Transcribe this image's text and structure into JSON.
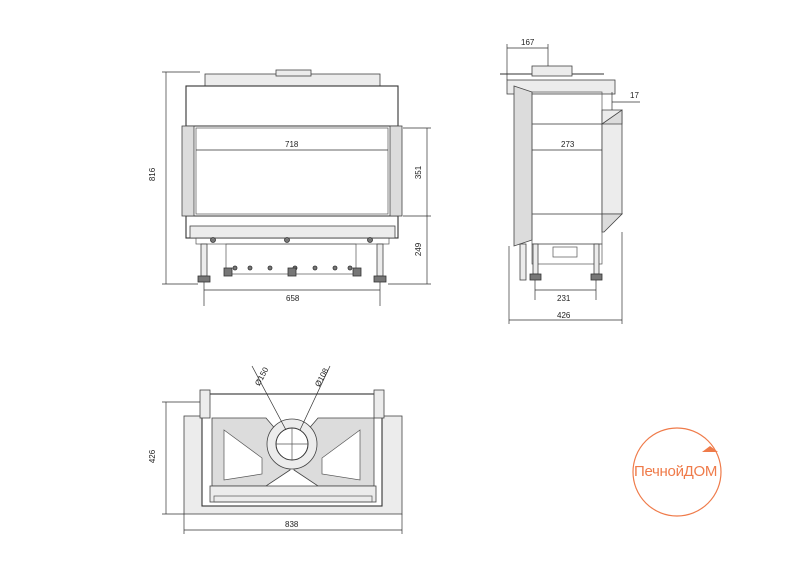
{
  "front_view": {
    "height_total": "816",
    "width_glass": "718",
    "height_glass": "351",
    "height_base": "249",
    "width_legs": "658"
  },
  "side_view": {
    "flue_offset": "167",
    "top_step": "17",
    "glass_depth": "273",
    "leg_span": "231",
    "depth_total": "426"
  },
  "top_view": {
    "dia_outer": "Ø150",
    "dia_inner": "Ø108",
    "depth": "426",
    "width_total": "838"
  },
  "watermark": {
    "text": "ПечнойДОМ",
    "color": "#ef7b4a"
  }
}
